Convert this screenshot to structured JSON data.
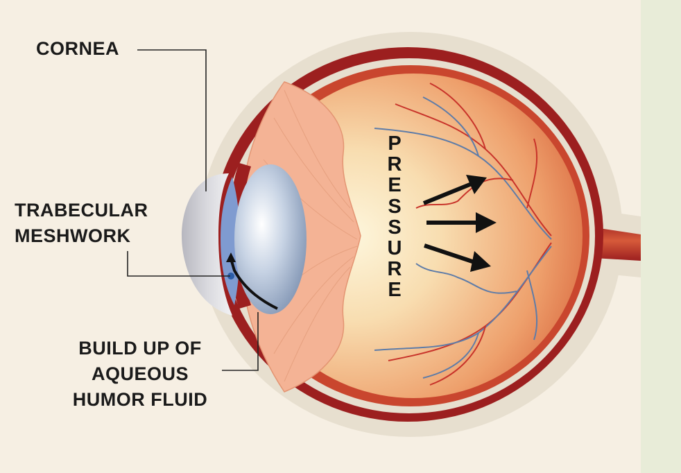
{
  "labels": {
    "cornea": "CORNEA",
    "trabecular_line1": "TRABECULAR",
    "trabecular_line2": "MESHWORK",
    "build_line1": "BUILD UP OF",
    "build_line2": "AQUEOUS",
    "build_line3": "HUMOR FLUID"
  },
  "pressure_letters": [
    "P",
    "R",
    "E",
    "S",
    "S",
    "U",
    "R",
    "E"
  ],
  "colors": {
    "background": "#f6efe3",
    "side_strip": "#e8ecd8",
    "sclera_outer": "#9c1f1f",
    "choroid": "#c9462e",
    "retina": "#e27448",
    "vitreous_center": "#fdf3d2",
    "vitreous_edge": "#f3c79a",
    "lens": "#9aaec9",
    "cornea": "#c9cbd3",
    "iris_body": "#f4b395",
    "vessel_red": "#c8332a",
    "vessel_blue": "#5e7ca8",
    "text": "#1a1a1a"
  }
}
